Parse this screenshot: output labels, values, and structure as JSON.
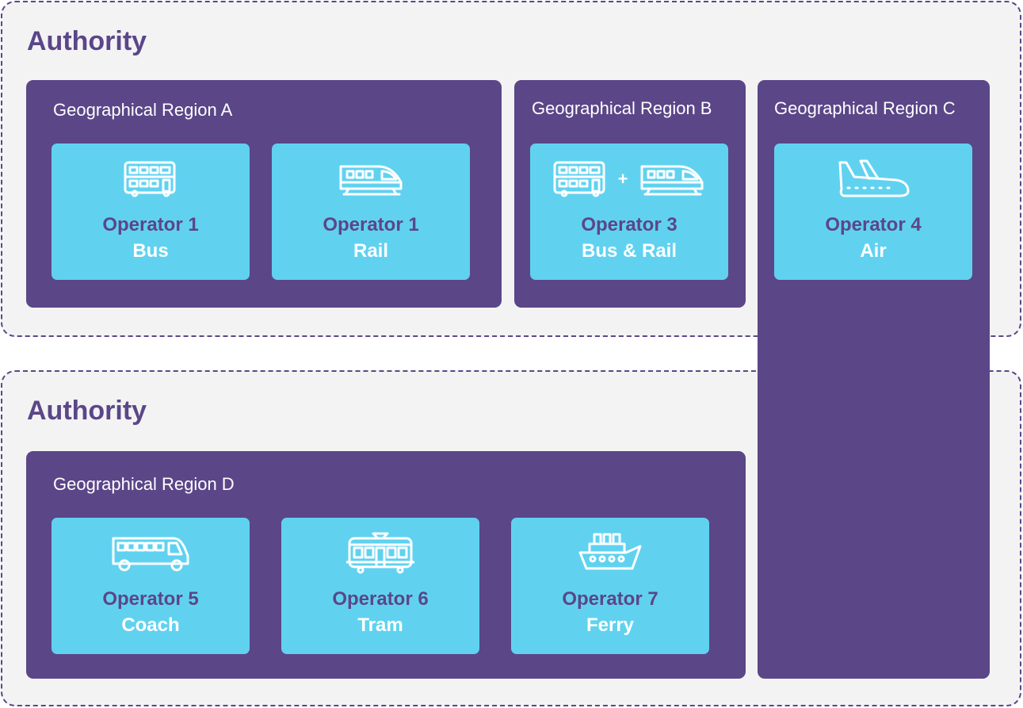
{
  "authorities": [
    {
      "title": "Authority"
    },
    {
      "title": "Authority"
    }
  ],
  "regions": {
    "a": {
      "label": "Geographical Region A"
    },
    "b": {
      "label": "Geographical Region B"
    },
    "c": {
      "label": "Geographical Region C"
    },
    "d": {
      "label": "Geographical Region D"
    }
  },
  "operators": [
    {
      "name": "Operator 1",
      "mode": "Bus",
      "icon": "double-decker-bus-icon"
    },
    {
      "name": "Operator 1",
      "mode": "Rail",
      "icon": "train-icon"
    },
    {
      "name": "Operator 3",
      "mode": "Bus & Rail",
      "icon": "bus-plus-train-icon",
      "joiner": "+"
    },
    {
      "name": "Operator 4",
      "mode": "Air",
      "icon": "airplane-icon"
    },
    {
      "name": "Operator 5",
      "mode": "Coach",
      "icon": "coach-icon"
    },
    {
      "name": "Operator 6",
      "mode": "Tram",
      "icon": "tram-icon"
    },
    {
      "name": "Operator 7",
      "mode": "Ferry",
      "icon": "ferry-icon"
    }
  ],
  "colors": {
    "authority_bg": "#f3f3f4",
    "authority_border": "#5b4688",
    "region_bg": "#5b4688",
    "operator_bg": "#60d2f0",
    "operator_name": "#5b4688",
    "operator_mode": "#ffffff"
  }
}
